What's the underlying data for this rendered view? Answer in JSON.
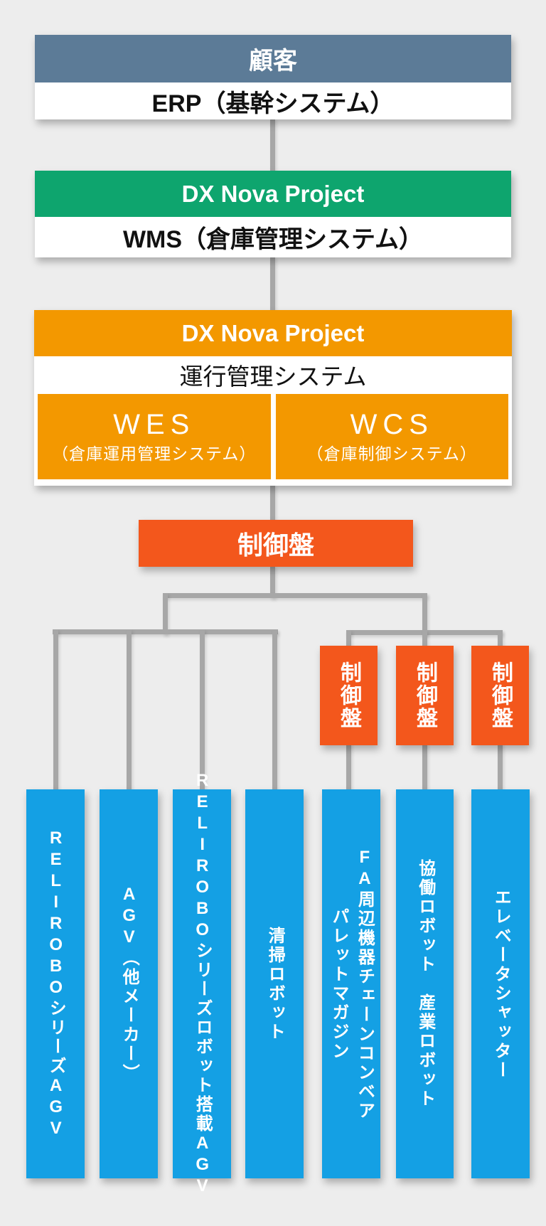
{
  "palette": {
    "background": "#ededed",
    "slate_header": "#5c7b97",
    "green_header": "#0ea56e",
    "orange": "#f39800",
    "red_orange": "#f3571c",
    "device_blue": "#14a0e4",
    "connector_gray": "#a7a7a7",
    "text_dark": "#111111",
    "text_light": "#ffffff"
  },
  "diagram": {
    "customer": {
      "header": "顧客",
      "body": "ERP（基幹システム）"
    },
    "wms": {
      "header": "DX Nova Project",
      "body": "WMS（倉庫管理システム）"
    },
    "operation": {
      "header": "DX Nova Project",
      "band": "運行管理システム",
      "wes": {
        "title": "WES",
        "subtitle": "（倉庫運用管理システム）"
      },
      "wcs": {
        "title": "WCS",
        "subtitle": "（倉庫制御システム）"
      }
    },
    "control_panel": {
      "label": "制御盤"
    },
    "sub_control_panels": [
      {
        "label": "制御盤"
      },
      {
        "label": "制御盤"
      },
      {
        "label": "制御盤"
      }
    ],
    "devices": [
      {
        "lines": [
          "RELIROBOシリーズAGV"
        ]
      },
      {
        "lines": [
          "AGV（他メーカー）"
        ]
      },
      {
        "lines": [
          "RELIROBOシリーズロボット搭載AGV"
        ]
      },
      {
        "lines": [
          "清掃ロボット"
        ]
      },
      {
        "lines": [
          "FA周辺機器チェーンコンベア",
          "パレットマガジン"
        ]
      },
      {
        "lines": [
          "協働ロボット　産業ロボット"
        ]
      },
      {
        "lines": [
          "エレベータシャッター"
        ]
      }
    ]
  }
}
